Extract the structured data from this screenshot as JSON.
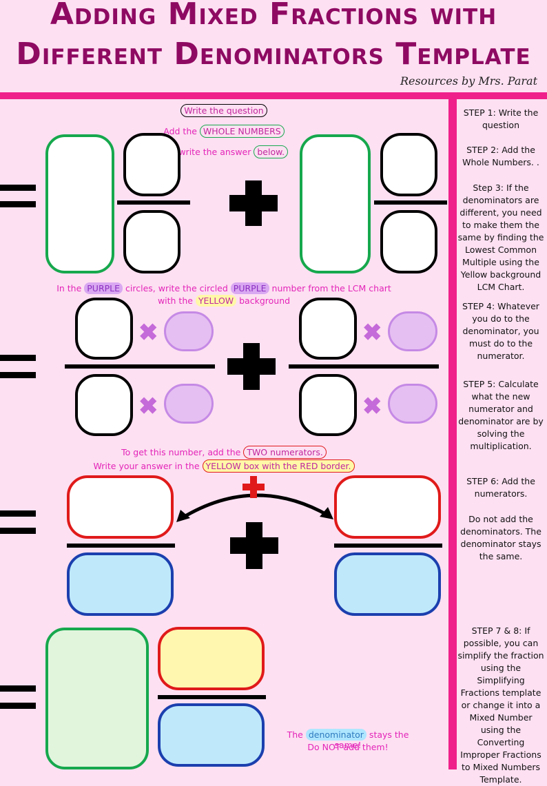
{
  "header": {
    "title_line1": "Adding Mixed Fractions with",
    "title_line2": "Different Denominators Template",
    "credit": "Resources by Mrs. Parat"
  },
  "notes": {
    "n1_a": "Write the question",
    "n2_pre": "Add the ",
    "n2_hl": "WHOLE NUMBERS",
    "n3_pre": "and write the answer ",
    "n3_hl": "below.",
    "n4_pre": "In the ",
    "n4_hl1": "PURPLE",
    "n4_mid": " circles, write the circled ",
    "n4_hl2": "PURPLE",
    "n4_post": " number from the LCM chart",
    "n5_pre": "with the ",
    "n5_hl": "YELLOW",
    "n5_post": " background",
    "n6_pre": "To get this number, add the ",
    "n6_hl": "TWO numerators.",
    "n7_pre": "Write your answer in the ",
    "n7_hl": "YELLOW box with the RED border.",
    "n8_pre": "The ",
    "n8_hl": "denominator",
    "n8_post": " stays the same!",
    "n9": "Do NOT add them!"
  },
  "steps": {
    "s1": "STEP 1: Write the question",
    "s2": "STEP 2: Add the Whole Numbers. .",
    "s3": "Step 3: If the denominators are different, you need to make them the same by finding the Lowest Common Multiple using the Yellow background LCM Chart.",
    "s4": "STEP 4: Whatever you do to the denominator, you must do to the numerator.",
    "s5": "STEP 5: Calculate what the new numerator and denominator are by solving the multiplication.",
    "s6": "STEP 6: Add the numerators.",
    "s6b": "Do not add the denominators. The denominator stays the same.",
    "s7": "STEP 7 & 8: If possible, you can simplify the fraction using the Simplifying Fractions template or change it into a Mixed Number using the Converting Improper Fractions to Mixed Numbers Template."
  },
  "colors": {
    "title": "#8e0a62",
    "bar": "#f0208a",
    "green": "#16a84d",
    "red": "#e01a1a",
    "blue": "#1b3fae",
    "lightblue": "#bfe9fb",
    "yellow": "#fff6b0",
    "lightgreen": "#e1f5dd",
    "purple": "#c58ae5"
  },
  "symbols": {
    "times": "✖"
  }
}
